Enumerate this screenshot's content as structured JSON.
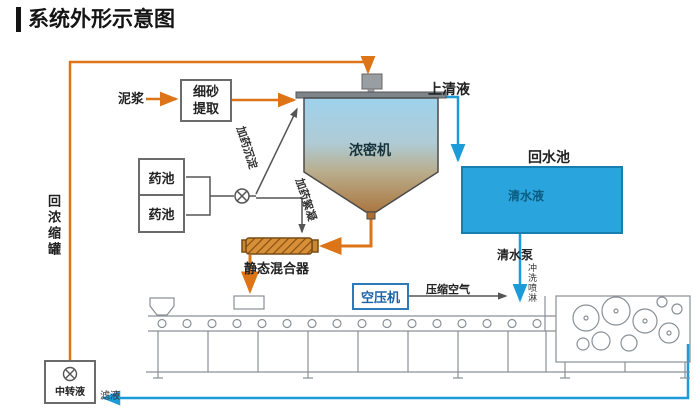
{
  "title": "系统外形示意图",
  "colors": {
    "flow_orange": "#DD7417",
    "water_blue": "#1B9CD8",
    "pool_fill": "#2AA4DC",
    "thickener_top": "#9ED2EE",
    "thickener_bottom": "#A96F35",
    "machine_gray": "#8A9096"
  },
  "labels": {
    "slurry": "泥浆",
    "sand_extractor": "细砂提取",
    "chem_tank_1": "药池",
    "chem_tank_2": "药池",
    "dose_sedimentation": "加药沉淀",
    "dose_flocculation": "加药絮凝",
    "thickener": "浓密机",
    "supernatant": "上清液",
    "return_pool": "回水池",
    "clear_water": "清水液",
    "clear_water_pump": "清水泵",
    "flush_spray": "冲洗喷淋",
    "static_mixer": "静态混合器",
    "air_compressor": "空压机",
    "compressed_air": "压缩空气",
    "return_concentrate": "回浓缩罐",
    "transfer_tank": "中转液",
    "filtrate": "滤液"
  }
}
